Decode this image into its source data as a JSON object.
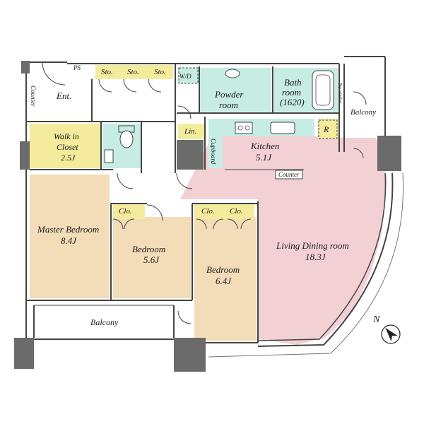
{
  "colors": {
    "living": "#f2d0d3",
    "bedroom": "#f3dcb8",
    "wet": "#c6ece4",
    "storage": "#f4ec9c",
    "column": "#6b6b6b",
    "wall": "#444444"
  },
  "rooms": {
    "ps": "PS",
    "sto1": "Sto.",
    "sto2": "Sto.",
    "sto3": "Sto.",
    "wd": "W/D",
    "powder_1": "Powder",
    "powder_2": "room",
    "bath_1": "Bath",
    "bath_2": "room",
    "bath_3": "(1620)",
    "bay_window": "Bay window",
    "balcony_top": "Balcony",
    "counter_left": "Counter",
    "entrance": "Ent.",
    "wic_1": "Walk in",
    "wic_2": "Closet",
    "wic_3": "2.5J",
    "lin": "Lin.",
    "cupboard": "Cupboard",
    "kitchen_1": "Kitchen",
    "kitchen_2": "5.1J",
    "refrigerator": "R",
    "counter_kitchen": "Counter",
    "master_1": "Master Bedroom",
    "master_2": "8.4J",
    "clo1": "Clo.",
    "bed2_1": "Bedroom",
    "bed2_2": "5.6J",
    "clo2": "Clo.",
    "clo3": "Clo.",
    "bed3_1": "Bedroom",
    "bed3_2": "6.4J",
    "living_1": "Living Dining room",
    "living_2": "18.3J",
    "balcony_bottom": "Balcony",
    "north": "N"
  }
}
